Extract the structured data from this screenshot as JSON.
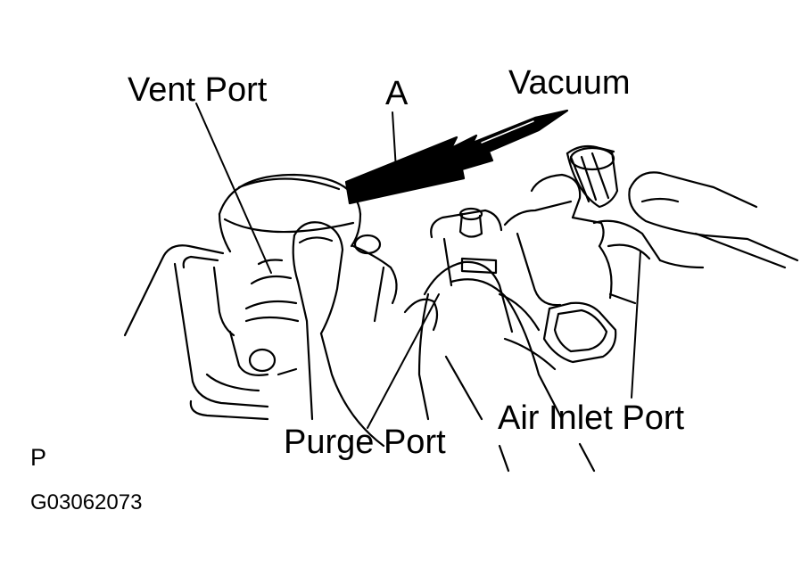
{
  "labels": {
    "vent_port": "Vent Port",
    "a": "A",
    "vacuum": "Vacuum",
    "purge_port": "Purge Port",
    "air_inlet_port": "Air Inlet Port",
    "p": "P",
    "figure_code": "G03062073"
  },
  "colors": {
    "ink": "#000000",
    "paper": "#ffffff"
  }
}
